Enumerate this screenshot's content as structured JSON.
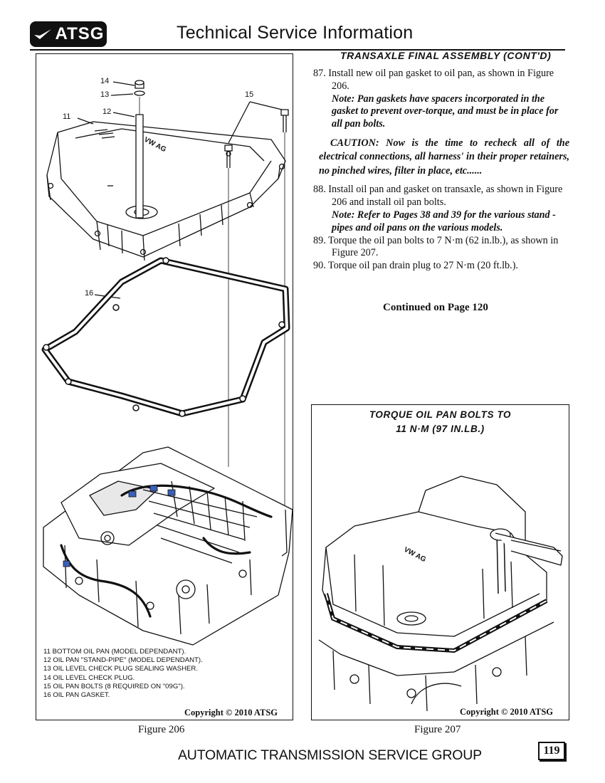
{
  "header": {
    "logo_text": "ATSG",
    "title": "Technical Service Information"
  },
  "section": {
    "title": "Transaxle Final Assembly (Cont'd)"
  },
  "steps": {
    "s87": "87. Install new oil pan gasket to oil pan, as shown in Figure 206.",
    "s87_note": "Note: Pan gaskets have spacers incorporated in the gasket to prevent over-torque, and must be in place for all pan bolts.",
    "caution": "CAUTION: Now is the time to recheck all of the electrical connections, all harness' in their proper retainers, no pinched wires, filter in place, etc......",
    "s88": "88. Install oil pan and gasket on transaxle, as shown in Figure 206 and install oil pan bolts.",
    "s88_note": "Note: Refer to Pages 38 and 39 for the various stand -pipes and oil pans on the various models.",
    "s89": "89. Torque the oil pan bolts to 7 N·m (62 in.lb.), as shown in Figure 207.",
    "s90": "90. Torque oil pan drain plug to 27 N·m (20 ft.lb.)."
  },
  "continued": "Continued on Page 120",
  "figure206": {
    "callouts": {
      "c11": "11",
      "c12": "12",
      "c13": "13",
      "c14": "14",
      "c15": "15",
      "c16": "16"
    },
    "pan_marking": "VW AG",
    "legend": [
      "11  BOTTOM OIL PAN  (MODEL DEPENDANT).",
      "12  OIL PAN \"STAND-PIPE\"  (MODEL DEPENDANT).",
      "13  OIL LEVEL CHECK PLUG SEALING WASHER.",
      "14  OIL LEVEL CHECK PLUG.",
      "15  OIL PAN BOLTS  (8 REQUIRED ON  \"09G\").",
      "16  OIL PAN GASKET."
    ],
    "copyright": "Copyright © 2010 ATSG",
    "label": "Figure 206"
  },
  "figure207": {
    "caption_line1": "Torque Oil Pan Bolts To",
    "caption_line2": "11 N·M (97 In.Lb.)",
    "pan_marking": "VW AG",
    "copyright": "Copyright © 2010 ATSG",
    "label": "Figure 207"
  },
  "footer": {
    "title": "AUTOMATIC TRANSMISSION SERVICE GROUP",
    "page_number": "119"
  }
}
